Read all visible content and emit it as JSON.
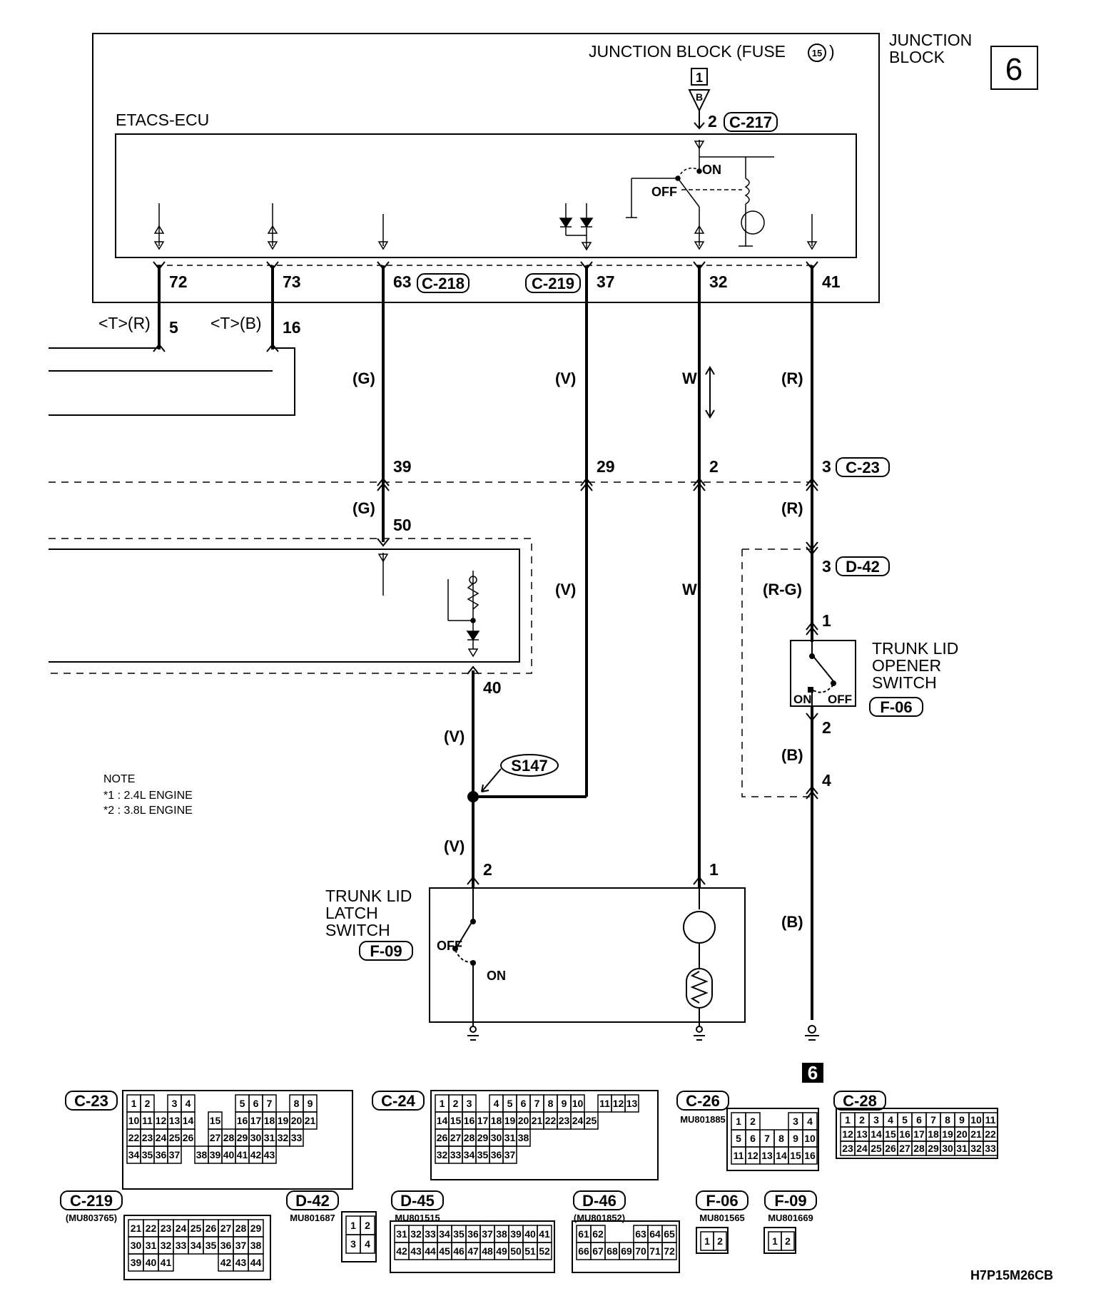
{
  "page_number": "6",
  "junction_block_label": [
    "JUNCTION",
    "BLOCK"
  ],
  "fuse_label": "JUNCTION BLOCK (FUSE",
  "fuse_number": "15",
  "fuse_symbol_top": "1",
  "fuse_symbol_bottom": "B",
  "fuse_pin": "2",
  "ecu_label": "ETACS-ECU",
  "relay_on": "ON",
  "relay_off": "OFF",
  "connectors": {
    "c217": "C-217",
    "c218": "C-218",
    "c219": "C-219",
    "c23": "C-23",
    "d42": "D-42",
    "f06": "F-06",
    "f09": "F-09",
    "s147": "S147"
  },
  "ecu_pins": [
    "72",
    "73",
    "63",
    "37",
    "32",
    "41"
  ],
  "harness_pins": {
    "p5": "5",
    "p16": "16",
    "p39": "39",
    "p29": "29",
    "p2": "2",
    "p3": "3",
    "p50": "50",
    "p3b": "3",
    "p1": "1",
    "p2b": "2",
    "p4": "4",
    "p40": "40",
    "p2c": "2",
    "p1b": "1"
  },
  "variant_labels": [
    "<T>(R)",
    "<T>(B)"
  ],
  "wire_colors": {
    "g1": "(G)",
    "v1": "(V)",
    "w1": "W",
    "r1": "(R)",
    "g2": "(G)",
    "r2": "(R)",
    "v2": "(V)",
    "w2": "W",
    "rg": "(R-G)",
    "b1": "(B)",
    "v3": "(V)",
    "v4": "(V)",
    "b2": "(B)"
  },
  "opener_switch_label": [
    "TRUNK LID",
    "OPENER",
    "SWITCH"
  ],
  "opener_on": "ON",
  "opener_off": "OFF",
  "latch_switch_label": [
    "TRUNK LID",
    "LATCH",
    "SWITCH"
  ],
  "latch_off": "OFF",
  "latch_on": "ON",
  "notes": [
    "NOTE",
    "*1 : 2.4L ENGINE",
    "*2 : 3.8L ENGINE"
  ],
  "ground_marker": "6",
  "figure_code": "H7P15M26CB",
  "connector_views": {
    "c23": {
      "tag": "C-23",
      "rows": [
        [
          "1",
          "2",
          "",
          "3",
          "4",
          "",
          "",
          "",
          "5",
          "6",
          "7",
          "",
          "8",
          "9"
        ],
        [
          "10",
          "11",
          "12",
          "13",
          "14",
          "",
          "15",
          "",
          "16",
          "17",
          "18",
          "19",
          "20",
          "21"
        ],
        [
          "22",
          "23",
          "24",
          "25",
          "26",
          "",
          "27",
          "28",
          "29",
          "30",
          "31",
          "32",
          "33"
        ],
        [
          "34",
          "35",
          "36",
          "37",
          "",
          "38",
          "39",
          "40",
          "41",
          "42",
          "43"
        ]
      ]
    },
    "c24": {
      "tag": "C-24",
      "rows": [
        [
          "1",
          "2",
          "3",
          "",
          "4",
          "5",
          "6",
          "7",
          "8",
          "9",
          "10",
          "",
          "11",
          "12",
          "13"
        ],
        [
          "14",
          "15",
          "16",
          "17",
          "18",
          "19",
          "20",
          "21",
          "22",
          "23",
          "24",
          "25"
        ],
        [
          "26",
          "27",
          "28",
          "29",
          "30",
          "31",
          "38"
        ],
        [
          "32",
          "33",
          "34",
          "35",
          "36",
          "37"
        ]
      ]
    },
    "c26": {
      "tag": "C-26",
      "part": "MU801885",
      "rows": [
        [
          "1",
          "2",
          "",
          "",
          "3",
          "4"
        ],
        [
          "5",
          "6",
          "7",
          "8",
          "9",
          "10"
        ],
        [
          "11",
          "12",
          "13",
          "14",
          "15",
          "16"
        ]
      ]
    },
    "c28": {
      "tag": "C-28",
      "rows": [
        [
          "1",
          "2",
          "3",
          "4",
          "5",
          "6",
          "7",
          "8",
          "9",
          "10",
          "11"
        ],
        [
          "12",
          "13",
          "14",
          "15",
          "16",
          "17",
          "18",
          "19",
          "20",
          "21",
          "22"
        ],
        [
          "23",
          "24",
          "25",
          "26",
          "27",
          "28",
          "29",
          "30",
          "31",
          "32",
          "33"
        ]
      ]
    },
    "c219v": {
      "tag": "C-219",
      "part": "(MU803765)",
      "rows": [
        [
          "21",
          "22",
          "23",
          "24",
          "25",
          "26",
          "27",
          "28",
          "29"
        ],
        [
          "30",
          "31",
          "32",
          "33",
          "34",
          "35",
          "36",
          "37",
          "38"
        ],
        [
          "39",
          "40",
          "41",
          "",
          "",
          "",
          "42",
          "43",
          "44"
        ]
      ]
    },
    "d42v": {
      "tag": "D-42",
      "part": "MU801687",
      "rows": [
        [
          "1",
          "2"
        ],
        [
          "3",
          "4"
        ]
      ]
    },
    "d45": {
      "tag": "D-45",
      "part": "MU801515",
      "rows": [
        [
          "31",
          "32",
          "33",
          "34",
          "35",
          "36",
          "37",
          "38",
          "39",
          "40",
          "41"
        ],
        [
          "42",
          "43",
          "44",
          "45",
          "46",
          "47",
          "48",
          "49",
          "50",
          "51",
          "52"
        ]
      ]
    },
    "d46": {
      "tag": "D-46",
      "part": "(MU801852)",
      "rows": [
        [
          "61",
          "62",
          "",
          "",
          "63",
          "64",
          "65"
        ],
        [
          "66",
          "67",
          "68",
          "69",
          "70",
          "71",
          "72"
        ]
      ]
    },
    "f06v": {
      "tag": "F-06",
      "part": "MU801565",
      "rows": [
        [
          "1",
          "2"
        ]
      ]
    },
    "f09v": {
      "tag": "F-09",
      "part": "MU801669",
      "rows": [
        [
          "1",
          "2"
        ]
      ]
    }
  }
}
